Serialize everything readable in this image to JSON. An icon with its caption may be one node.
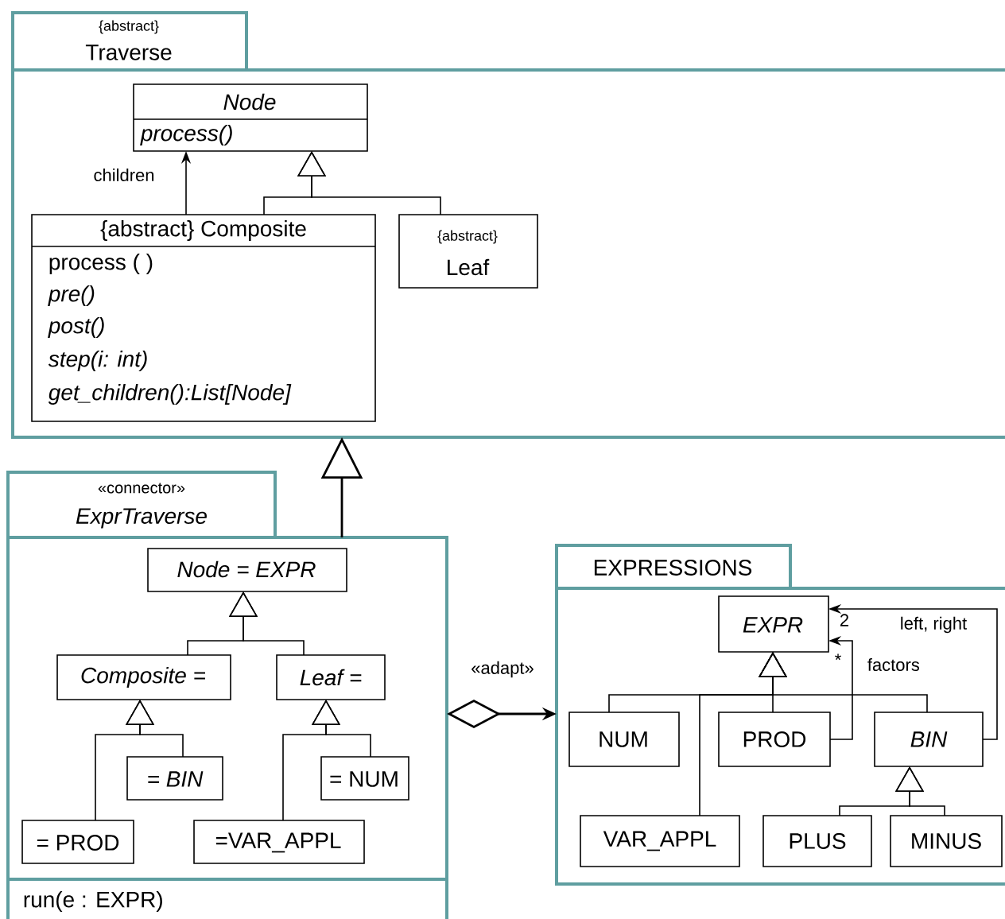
{
  "diagram": {
    "nodes": [
      {
        "text": [
          "{abstract}",
          "Traverse"
        ]
      },
      {
        "text": [
          "Node",
          "process()"
        ],
        "in": 0
      },
      {
        "text": [
          "{abstract} Composite",
          "process ( )",
          "pre()",
          "post()",
          "step(i: int)",
          "get_children():List[Node]"
        ],
        "in": 0
      },
      {
        "text": [
          "{abstract}",
          "Leaf"
        ],
        "in": 0
      },
      {
        "text": [
          "«connector»",
          "ExprTraverse",
          "run(e : EXPR)"
        ]
      },
      {
        "text": [
          "Node = EXPR"
        ],
        "in": 4
      },
      {
        "text": [
          "Composite ="
        ],
        "in": 4
      },
      {
        "text": [
          "Leaf ="
        ],
        "in": 4
      },
      {
        "text": [
          "= BIN"
        ],
        "in": 4
      },
      {
        "text": [
          "= PROD"
        ],
        "in": 4
      },
      {
        "text": [
          "=VAR_APPL"
        ],
        "in": 4
      },
      {
        "text": [
          "= NUM"
        ],
        "in": 4
      },
      {
        "text": [
          "EXPRESSIONS"
        ]
      },
      {
        "text": [
          "EXPR"
        ],
        "in": 12
      },
      {
        "text": [
          "NUM"
        ],
        "in": 12
      },
      {
        "text": [
          "PROD"
        ],
        "in": 12
      },
      {
        "text": [
          "BIN"
        ],
        "in": 12
      },
      {
        "text": [
          "VAR_APPL"
        ],
        "in": 12
      },
      {
        "text": [
          "PLUS"
        ],
        "in": 12
      },
      {
        "text": [
          "MINUS"
        ],
        "in": 12
      }
    ],
    "edges": [
      {
        "from": 2,
        "to": 1,
        "arrow": "to",
        "label": "children"
      },
      {
        "from": 2,
        "to": 1,
        "arrow": "to"
      },
      {
        "from": 3,
        "to": 1,
        "arrow": "to"
      },
      {
        "from": 4,
        "to": 0,
        "arrow": "to"
      },
      {
        "from": 6,
        "to": 5,
        "arrow": "to"
      },
      {
        "from": 7,
        "to": 5,
        "arrow": "to"
      },
      {
        "from": 9,
        "to": 6,
        "arrow": "to"
      },
      {
        "from": 8,
        "to": 6,
        "arrow": "to"
      },
      {
        "from": 10,
        "to": 7,
        "arrow": "to"
      },
      {
        "from": 11,
        "to": 7,
        "arrow": "to"
      },
      {
        "from": 4,
        "to": 12,
        "arrow": "to",
        "label": "«adapt»"
      },
      {
        "from": 14,
        "to": 13,
        "arrow": "to"
      },
      {
        "from": 17,
        "to": 13,
        "arrow": "to"
      },
      {
        "from": 15,
        "to": 13,
        "arrow": "to"
      },
      {
        "from": 16,
        "to": 13,
        "arrow": "to"
      },
      {
        "from": 15,
        "to": 13,
        "arrow": "to",
        "label": "factors"
      },
      {
        "from": 16,
        "to": 13,
        "arrow": "to",
        "label": "left, right"
      },
      {
        "from": 18,
        "to": 16,
        "arrow": "to"
      },
      {
        "from": 19,
        "to": 16,
        "arrow": "to"
      }
    ],
    "labels": [
      "2",
      "*"
    ]
  }
}
